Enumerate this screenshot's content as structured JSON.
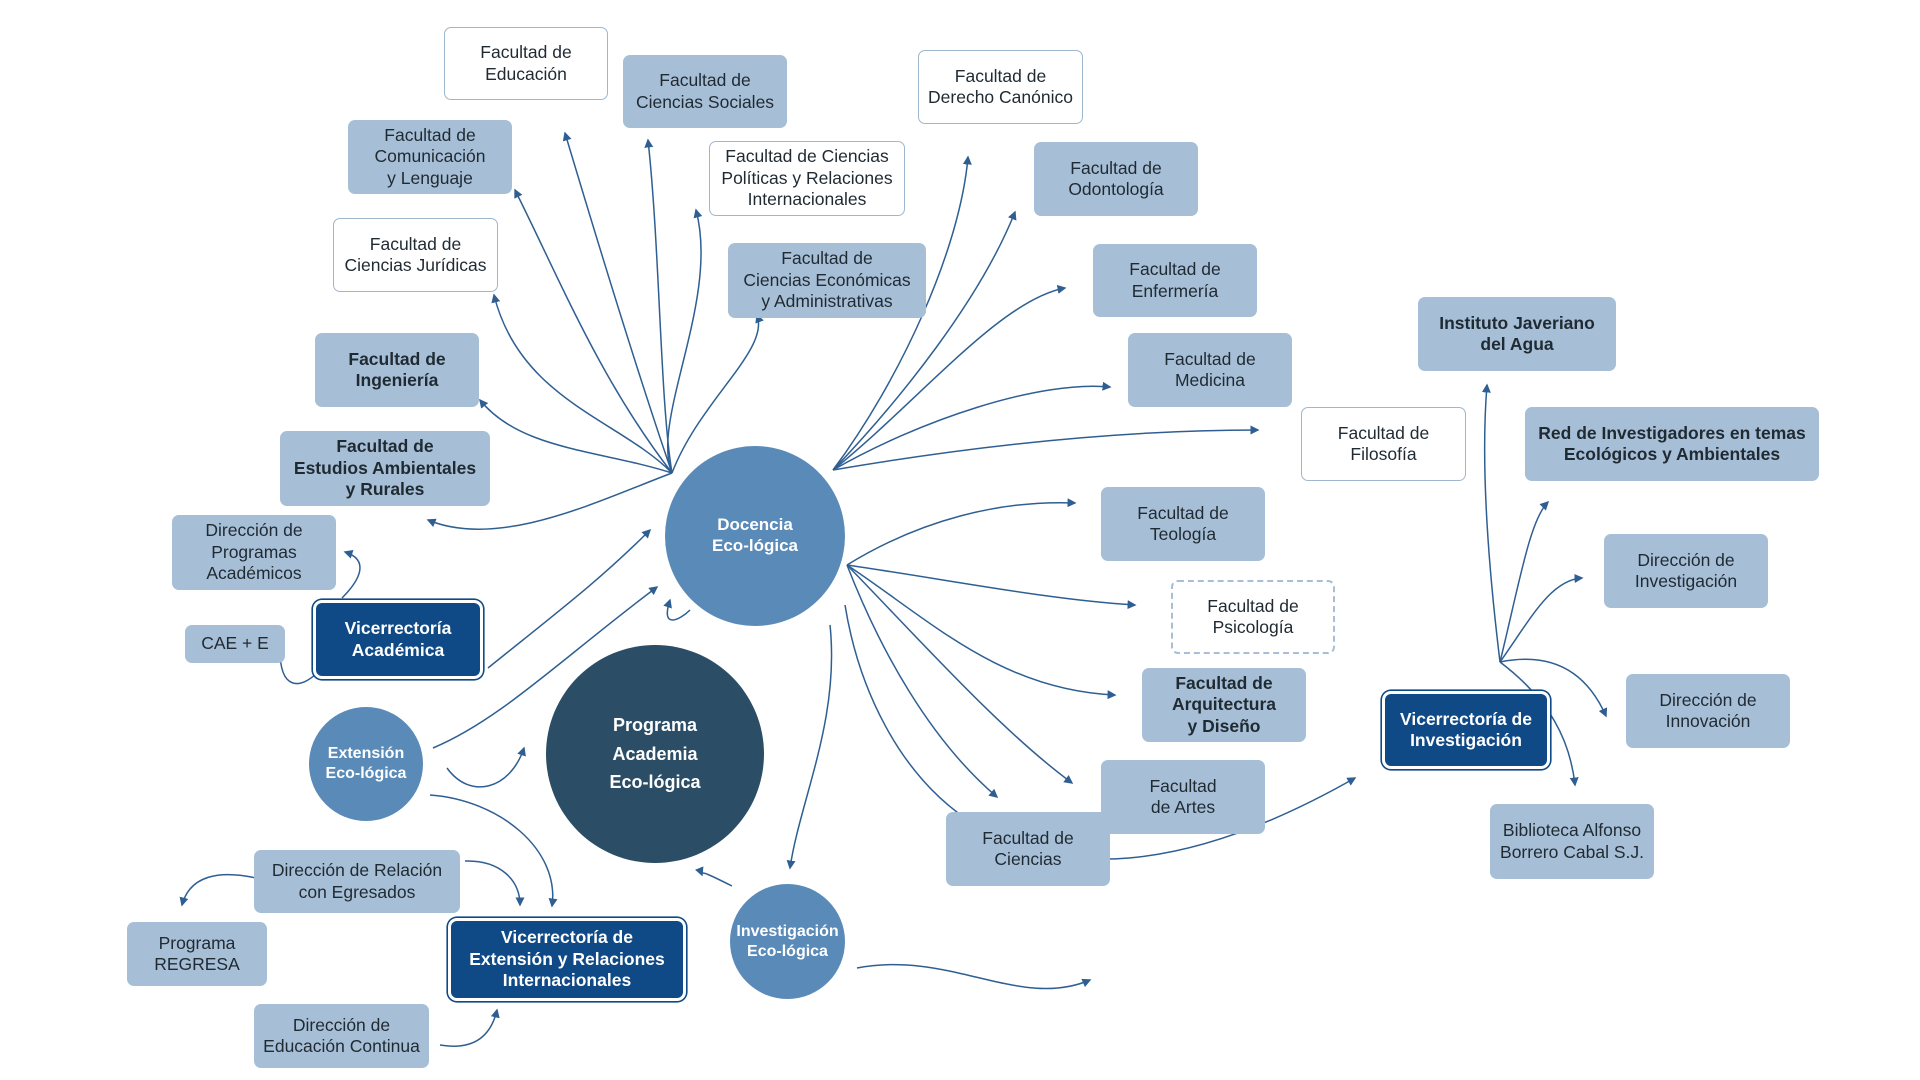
{
  "diagram": {
    "circles": {
      "docencia": "Docencia\nEco-lógica",
      "programa": "Programa\nAcademia\nEco-lógica",
      "extension": "Extensión\nEco-lógica",
      "investigacion": "Investigación\nEco-lógica"
    },
    "vicerrectorias": {
      "academica": "Vicerrectoría\nAcadémica",
      "investigacion": "Vicerrectoría de\nInvestigación",
      "extension": "Vicerrectoría de\nExtensión y Relaciones\nInternacionales"
    },
    "facultades": {
      "educacion": "Facultad de\nEducación",
      "ciencias_sociales": "Facultad de\nCiencias Sociales",
      "derecho_canonico": "Facultad de\nDerecho Canónico",
      "comunicacion": "Facultad de\nComunicación\ny Lenguaje",
      "ciencias_politicas": "Facultad de Ciencias\nPolíticas y Relaciones\nInternacionales",
      "odontologia": "Facultad de\nOdontología",
      "juridicas": "Facultad de\nCiencias Jurídicas",
      "economicas": "Facultad de\nCiencias Económicas\ny Administrativas",
      "enfermeria": "Facultad de\nEnfermería",
      "ingenieria": "Facultad de\nIngeniería",
      "medicina": "Facultad de\nMedicina",
      "filosofia": "Facultad de\nFilosofía",
      "ambientales": "Facultad de\nEstudios Ambientales\ny Rurales",
      "teologia": "Facultad de\nTeología",
      "psicologia": "Facultad de\nPsicología",
      "arquitectura": "Facultad de\nArquitectura\ny Diseño",
      "artes": "Facultad\nde Artes",
      "ciencias": "Facultad de\nCiencias"
    },
    "academica_items": {
      "programas_academicos": "Dirección de\nProgramas\nAcadémicos",
      "cae": "CAE + E"
    },
    "investigacion_items": {
      "instituto_agua": "Instituto Javeriano\ndel Agua",
      "red_investigadores": "Red de Investigadores en temas\nEcológicos y Ambientales",
      "direccion_investigacion": "Dirección de\nInvestigación",
      "direccion_innovacion": "Dirección de\nInnovación",
      "biblioteca": "Biblioteca Alfonso\nBorrero Cabal S.J."
    },
    "extension_items": {
      "egresados": "Dirección de Relación\ncon Egresados",
      "regresa": "Programa\nREGRESA",
      "educacion_continua": "Dirección de\nEducación Continua"
    },
    "colors": {
      "light_box": "#a7bfd6",
      "box_border": "#9db7cf",
      "dark_box": "#0f4a86",
      "mid_circle": "#5a8ab8",
      "main_circle": "#2b4e66",
      "connector": "#2f5f92"
    }
  }
}
